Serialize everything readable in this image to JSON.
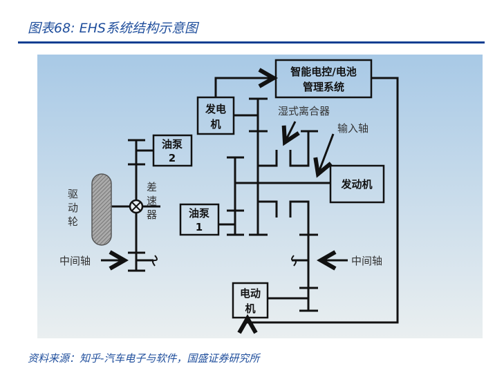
{
  "header": {
    "title": "图表68: EHS系统结构示意图"
  },
  "diagram": {
    "control_box": [
      "智能电控/电池",
      "管理系统"
    ],
    "generator": [
      "发电",
      "机"
    ],
    "engine": "发动机",
    "motor": [
      "电动",
      "机"
    ],
    "pump1": [
      "油泵",
      "1"
    ],
    "pump2": [
      "油泵",
      "2"
    ],
    "clutch_label": "湿式离合器",
    "input_shaft_label": "输入轴",
    "countershaft_left": "中间轴",
    "countershaft_right": "中间轴",
    "wheel_label": [
      "驱",
      "动",
      "轮"
    ],
    "diff_label": [
      "差",
      "速",
      "器"
    ]
  },
  "footer": {
    "source": "资料来源：知乎-汽车电子与软件，国盛证券研究所"
  }
}
